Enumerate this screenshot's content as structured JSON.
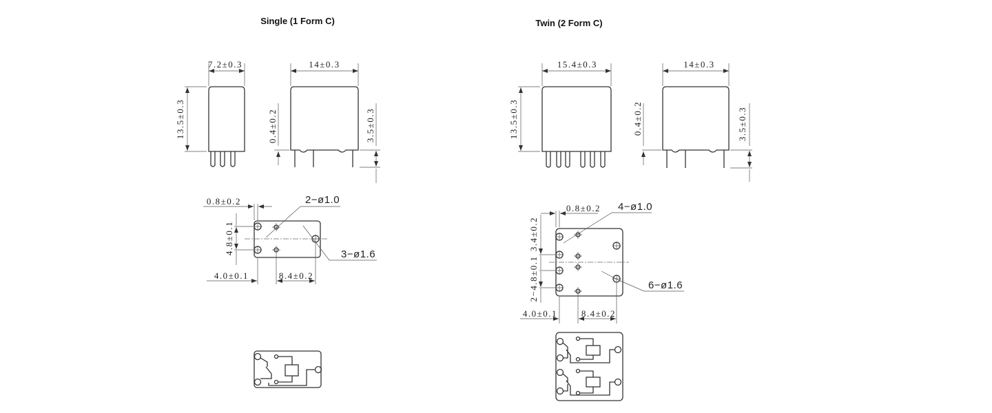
{
  "single": {
    "title": "Single (1 Form C)",
    "width": "7.2±0.3",
    "height": "13.5±0.3",
    "length": "14±0.3",
    "standoff": "0.4±0.2",
    "pin_length": "3.5±0.3",
    "pin_offset": "0.8±0.2",
    "small_holes": "2−ø1.0",
    "row_pitch": "4.8±0.1",
    "large_holes": "3−ø1.6",
    "col_a": "4.0±0.1",
    "col_b": "8.4±0.2"
  },
  "twin": {
    "title": "Twin (2  Form C)",
    "width": "15.4±0.3",
    "height": "13.5±0.3",
    "length": "14±0.3",
    "standoff": "0.4±0.2",
    "pin_length": "3.5±0.3",
    "pin_offset": "0.8±0.2",
    "small_holes": "4−ø1.0",
    "row_pitch_a": "3.4±0.2",
    "row_pitch_b": "2−4.8±0.1",
    "large_holes": "6−ø1.6",
    "col_a": "4.0±0.1",
    "col_b": "8.4±0.2"
  }
}
